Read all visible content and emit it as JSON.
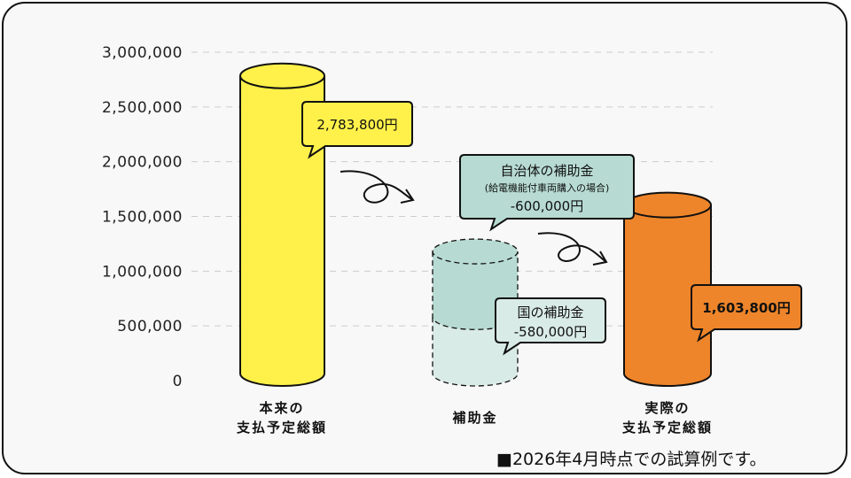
{
  "chart_data": {
    "type": "bar",
    "style": "cylinder",
    "ylim": [
      0,
      3000000
    ],
    "yticks": [
      "0",
      "500,000",
      "1,000,000",
      "1,500,000",
      "2,000,000",
      "2,500,000",
      "3,000,000"
    ],
    "ytick_values": [
      0,
      500000,
      1000000,
      1500000,
      2000000,
      2500000,
      3000000
    ],
    "grid": true,
    "categories": [
      {
        "line1": "本来の",
        "line2": "支払予定総額"
      },
      {
        "line1": "補助金",
        "line2": ""
      },
      {
        "line1": "実際の",
        "line2": "支払予定総額"
      }
    ],
    "bars": [
      {
        "name": "本来の支払予定総額",
        "value": 2783800,
        "color": "#fff14a",
        "label": "2,783,800円"
      },
      {
        "name": "補助金",
        "segments": [
          {
            "name": "国の補助金",
            "value": 580000,
            "color": "#d9ebe6",
            "label_line1": "国の補助金",
            "label_line2": "-580,000円"
          },
          {
            "name": "自治体の補助金",
            "value": 600000,
            "color": "#b7dbd2",
            "label_line1": "自治体の補助金",
            "label_line2": "(給電機能付車両購入の場合)",
            "label_line3": "-600,000円"
          }
        ]
      },
      {
        "name": "実際の支払予定総額",
        "value": 1603800,
        "color": "#ee852a",
        "label": "1,603,800円"
      }
    ]
  },
  "footnote": "■2026年4月時点での試算例です。"
}
